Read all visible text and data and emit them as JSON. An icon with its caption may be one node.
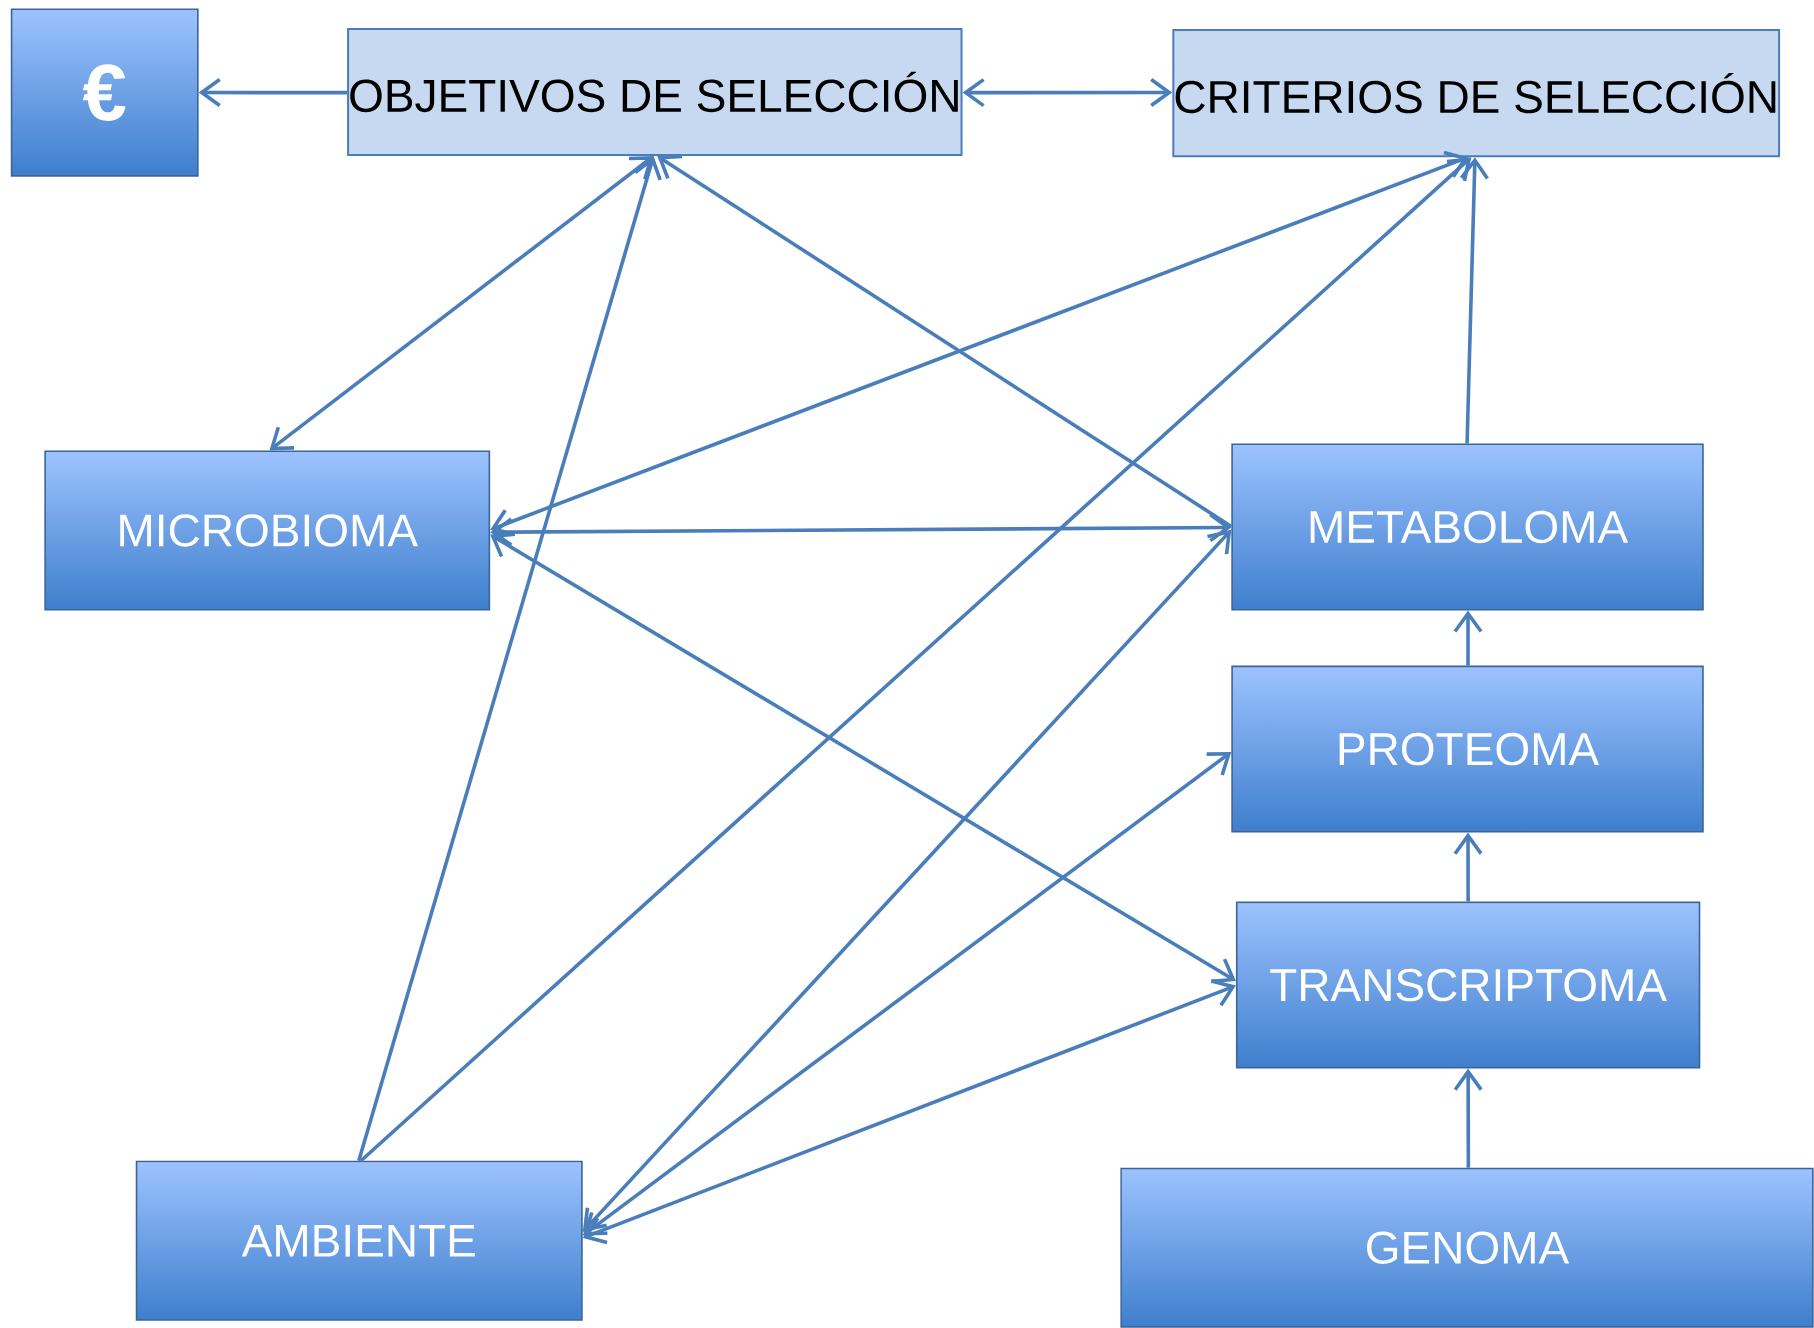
{
  "diagram": {
    "nodes": [
      {
        "text": [
          "€"
        ]
      },
      {
        "text": [
          "OBJETIVOS DE SELECCIÓN"
        ]
      },
      {
        "text": [
          "CRITERIOS DE SELECCIÓN"
        ]
      },
      {
        "text": [
          "MICROBIOMA"
        ]
      },
      {
        "text": [
          "METABOLOMA"
        ]
      },
      {
        "text": [
          "PROTEOMA"
        ]
      },
      {
        "text": [
          "TRANSCRIPTOMA"
        ]
      },
      {
        "text": [
          "AMBIENTE"
        ]
      },
      {
        "text": [
          "GENOMA"
        ]
      }
    ],
    "edges": [
      {
        "from": 1,
        "to": 0,
        "arrow": "to"
      },
      {
        "from": 1,
        "to": 2,
        "arrow": "both"
      },
      {
        "from": 1,
        "to": 3,
        "arrow": "both"
      },
      {
        "from": 7,
        "to": 1,
        "arrow": "to"
      },
      {
        "from": 4,
        "to": 1,
        "arrow": "to"
      },
      {
        "from": 3,
        "to": 2,
        "arrow": "both"
      },
      {
        "from": 7,
        "to": 2,
        "arrow": "to"
      },
      {
        "from": 4,
        "to": 2,
        "arrow": "to"
      },
      {
        "from": 3,
        "to": 4,
        "arrow": "both"
      },
      {
        "from": 3,
        "to": 6,
        "arrow": "both"
      },
      {
        "from": 4,
        "to": 7,
        "arrow": "both"
      },
      {
        "from": 5,
        "to": 7,
        "arrow": "both"
      },
      {
        "from": 6,
        "to": 7,
        "arrow": "both"
      },
      {
        "from": 5,
        "to": 4,
        "arrow": "to"
      },
      {
        "from": 6,
        "to": 5,
        "arrow": "to"
      },
      {
        "from": 8,
        "to": 6,
        "arrow": "to"
      }
    ]
  }
}
